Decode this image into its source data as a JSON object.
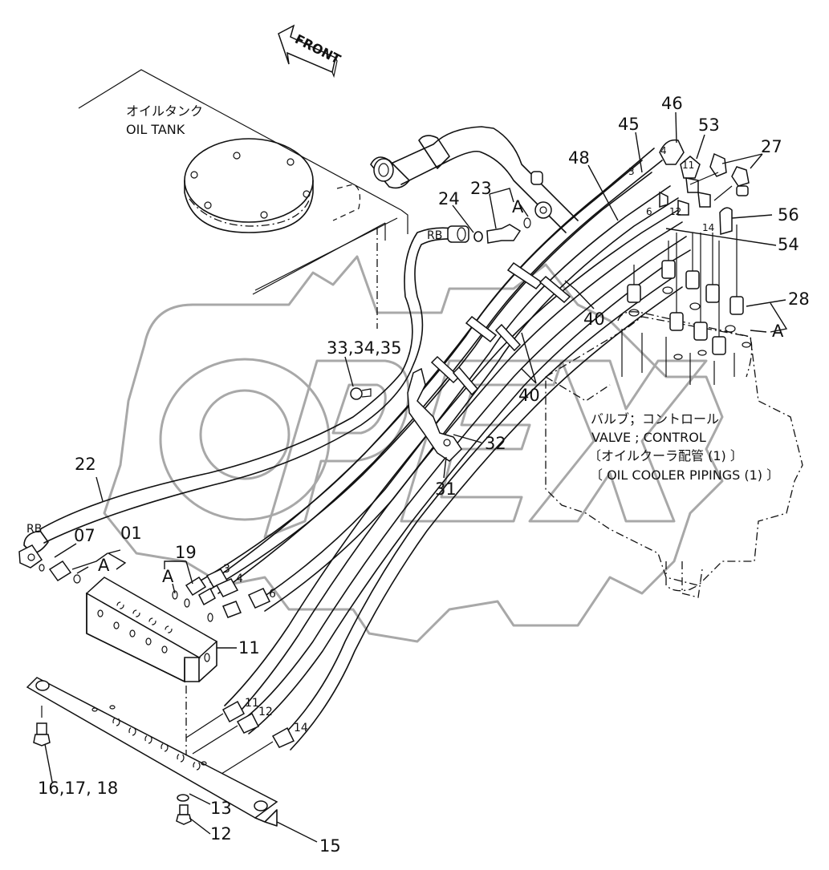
{
  "diagram": {
    "type": "parts-exploded-view",
    "watermark": "OPEX",
    "colors": {
      "line": "#111111",
      "watermark": "#a8a8a8",
      "background": "#ffffff"
    },
    "direction_arrow": {
      "label": "FRONT",
      "icon": "front-arrow-icon"
    },
    "components": {
      "oil_tank": {
        "label_jp": "オイルタンク",
        "label_en": "OIL TANK"
      },
      "control_valve": {
        "label_jp": "バルブ；コントロール",
        "label_en": "VALVE ; CONTROL",
        "ref_jp": "〔オイルクーラ配管 (1) 〕",
        "ref_en": "〔 OIL  COOLER  PIPINGS (1) 〕"
      }
    },
    "callouts": {
      "p01": "01",
      "p07": "07",
      "p11": "11",
      "p12": "12",
      "p13": "13",
      "p15": "15",
      "p16_18": "16,17, 18",
      "p19": "19",
      "p22": "22",
      "p23": "23",
      "p24": "24",
      "p27": "27",
      "p28": "28",
      "p31": "31",
      "p32": "32",
      "p33_35": "33,34,35",
      "p40a": "40",
      "p40b": "40",
      "p45": "45",
      "p46": "46",
      "p48": "48",
      "p53": "53",
      "p54": "54",
      "p56": "56"
    },
    "port_marks": {
      "a1": "A",
      "a2": "A",
      "a3": "A",
      "a4": "A",
      "rb1": "RB",
      "rb2": "RB"
    },
    "hose_numbers": {
      "h3a": "3",
      "h4a": "4",
      "h6": "6",
      "h11a": "11",
      "h12a": "12",
      "h14a": "14",
      "h3b": "3",
      "h4b": "4",
      "h11b": "11",
      "h6b": "6",
      "h12b": "12",
      "h14b": "14"
    }
  }
}
